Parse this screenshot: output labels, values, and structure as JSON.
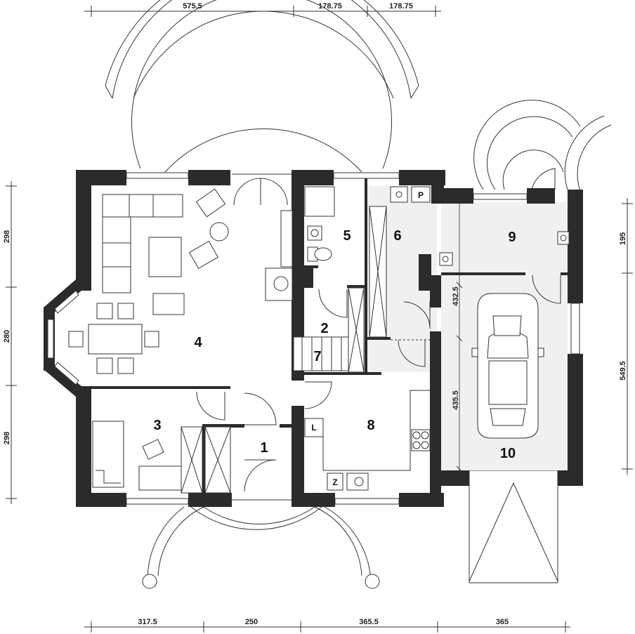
{
  "dimensions": {
    "top": [
      "575.5",
      "178.75",
      "178.75"
    ],
    "bottom": [
      "317.5",
      "250",
      "365.5",
      "365"
    ],
    "left": [
      "298",
      "280",
      "298"
    ],
    "right": [
      "195",
      "549.5"
    ],
    "inner": [
      "432.5",
      "435.5"
    ]
  },
  "rooms": [
    "1",
    "2",
    "3",
    "4",
    "5",
    "6",
    "7",
    "8",
    "9",
    "10"
  ],
  "tags": {
    "pantry": "P",
    "fridge": "L",
    "sink": "Z"
  }
}
